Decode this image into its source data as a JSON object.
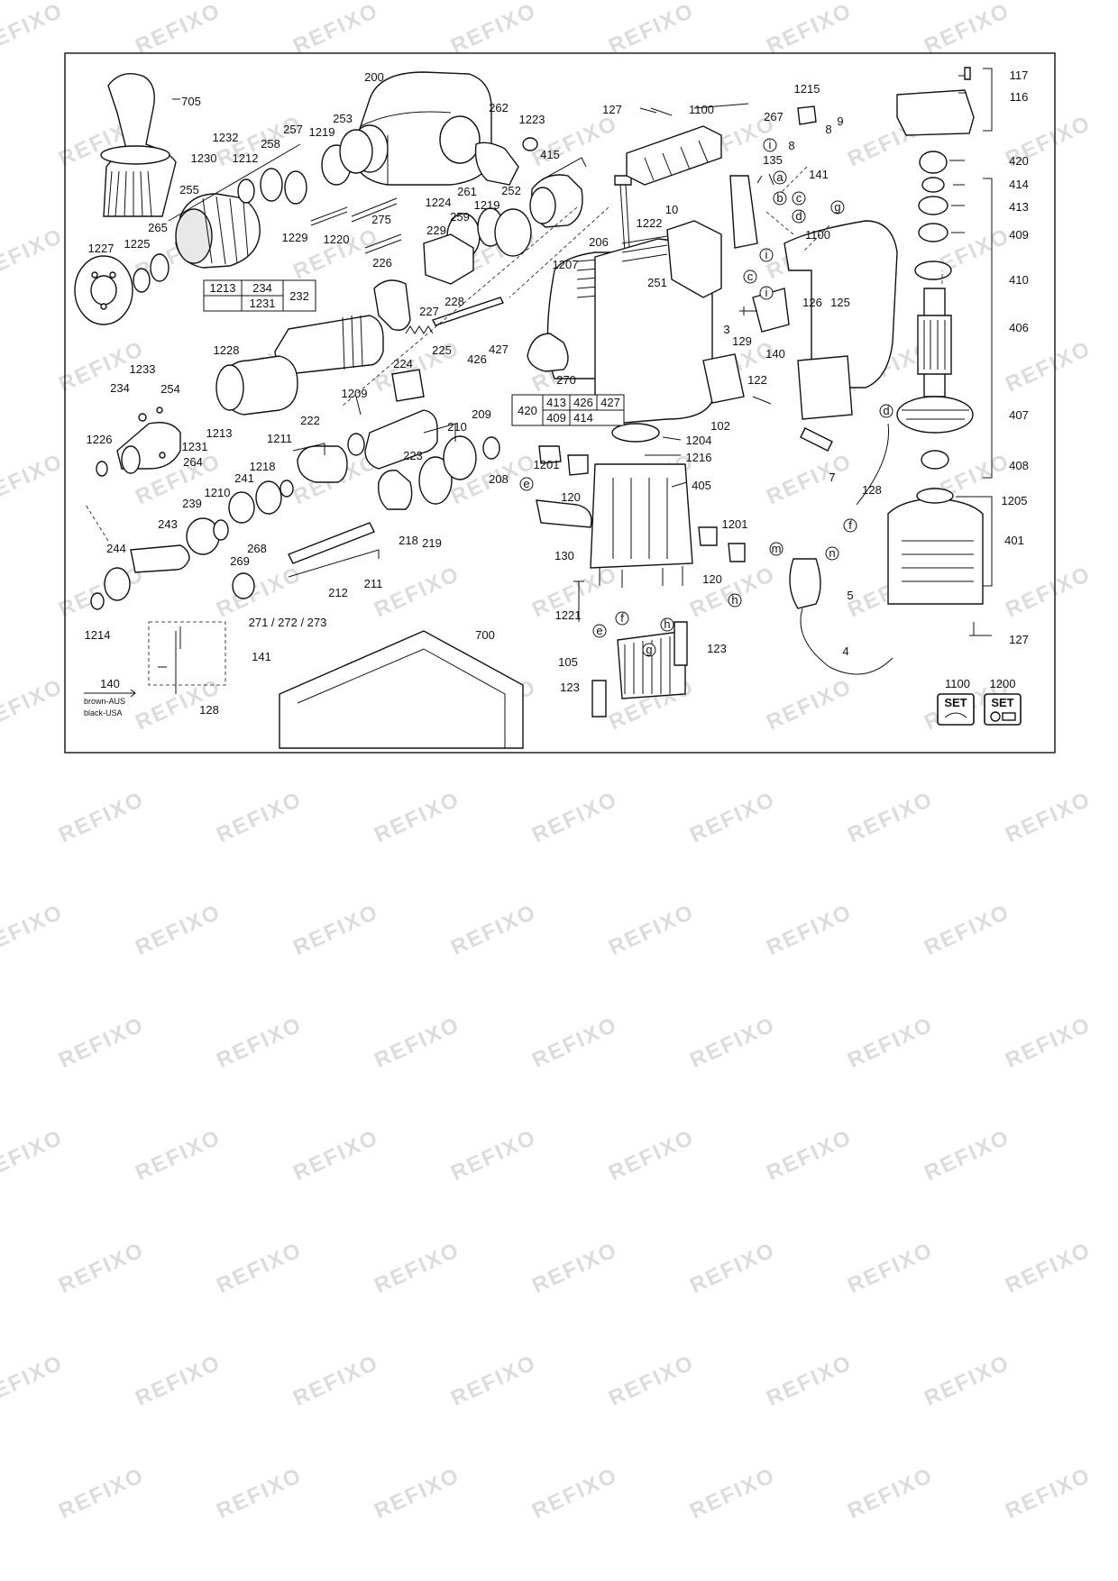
{
  "watermark": "REFIXO",
  "parts": [
    {
      "id": "705"
    },
    {
      "id": "200"
    },
    {
      "id": "262"
    },
    {
      "id": "1223"
    },
    {
      "id": "127a",
      "text": "127"
    },
    {
      "id": "1100a",
      "text": "1100"
    },
    {
      "id": "267"
    },
    {
      "id": "1215"
    },
    {
      "id": "9"
    },
    {
      "id": "8a",
      "text": "8"
    },
    {
      "id": "8b",
      "text": "8"
    },
    {
      "id": "117"
    },
    {
      "id": "116"
    },
    {
      "id": "1232"
    },
    {
      "id": "258"
    },
    {
      "id": "257"
    },
    {
      "id": "1219a",
      "text": "1219"
    },
    {
      "id": "253"
    },
    {
      "id": "1230"
    },
    {
      "id": "1212"
    },
    {
      "id": "415"
    },
    {
      "id": "135"
    },
    {
      "id": "420a",
      "text": "420"
    },
    {
      "id": "141a",
      "text": "141"
    },
    {
      "id": "414a",
      "text": "414"
    },
    {
      "id": "413a",
      "text": "413"
    },
    {
      "id": "255"
    },
    {
      "id": "261"
    },
    {
      "id": "1224"
    },
    {
      "id": "252"
    },
    {
      "id": "1219b",
      "text": "1219"
    },
    {
      "id": "259"
    },
    {
      "id": "10"
    },
    {
      "id": "1222"
    },
    {
      "id": "265"
    },
    {
      "id": "275"
    },
    {
      "id": "1229"
    },
    {
      "id": "1220"
    },
    {
      "id": "229"
    },
    {
      "id": "206"
    },
    {
      "id": "1100b",
      "text": "1100"
    },
    {
      "id": "409a",
      "text": "409"
    },
    {
      "id": "1227"
    },
    {
      "id": "1225"
    },
    {
      "id": "226"
    },
    {
      "id": "1207"
    },
    {
      "id": "251"
    },
    {
      "id": "410"
    },
    {
      "id": "228"
    },
    {
      "id": "126"
    },
    {
      "id": "125"
    },
    {
      "id": "227"
    },
    {
      "id": "3"
    },
    {
      "id": "406"
    },
    {
      "id": "1228"
    },
    {
      "id": "225"
    },
    {
      "id": "426a",
      "text": "426"
    },
    {
      "id": "427a",
      "text": "427"
    },
    {
      "id": "129"
    },
    {
      "id": "224"
    },
    {
      "id": "140a",
      "text": "140"
    },
    {
      "id": "1233"
    },
    {
      "id": "270"
    },
    {
      "id": "234a",
      "text": "234"
    },
    {
      "id": "254"
    },
    {
      "id": "122"
    },
    {
      "id": "1209"
    },
    {
      "id": "407"
    },
    {
      "id": "222"
    },
    {
      "id": "102"
    },
    {
      "id": "1226"
    },
    {
      "id": "1213a",
      "text": "1213"
    },
    {
      "id": "1211"
    },
    {
      "id": "209"
    },
    {
      "id": "1231a",
      "text": "1231"
    },
    {
      "id": "210"
    },
    {
      "id": "1204"
    },
    {
      "id": "223"
    },
    {
      "id": "264"
    },
    {
      "id": "1218"
    },
    {
      "id": "1201a",
      "text": "1201"
    },
    {
      "id": "1216"
    },
    {
      "id": "408"
    },
    {
      "id": "241"
    },
    {
      "id": "208"
    },
    {
      "id": "7"
    },
    {
      "id": "1210"
    },
    {
      "id": "405"
    },
    {
      "id": "128a",
      "text": "128"
    },
    {
      "id": "1205"
    },
    {
      "id": "239"
    },
    {
      "id": "120a",
      "text": "120"
    },
    {
      "id": "243"
    },
    {
      "id": "218"
    },
    {
      "id": "219"
    },
    {
      "id": "1201b",
      "text": "1201"
    },
    {
      "id": "401"
    },
    {
      "id": "244"
    },
    {
      "id": "130"
    },
    {
      "id": "268"
    },
    {
      "id": "212"
    },
    {
      "id": "211"
    },
    {
      "id": "269"
    },
    {
      "id": "120b",
      "text": "120"
    },
    {
      "id": "5"
    },
    {
      "id": "1221"
    },
    {
      "id": "1214"
    },
    {
      "id": "271_272_273",
      "text": "271 / 272 / 273"
    },
    {
      "id": "127b",
      "text": "127"
    },
    {
      "id": "700"
    },
    {
      "id": "141b",
      "text": "141"
    },
    {
      "id": "123a",
      "text": "123"
    },
    {
      "id": "105"
    },
    {
      "id": "4"
    },
    {
      "id": "140b",
      "text": "140"
    },
    {
      "id": "128b",
      "text": "128"
    },
    {
      "id": "123b",
      "text": "123"
    },
    {
      "id": "1100c",
      "text": "1100"
    },
    {
      "id": "1200"
    }
  ],
  "ref_letters": [
    "a",
    "b",
    "c",
    "d",
    "g",
    "i",
    "e",
    "f",
    "h",
    "m",
    "n"
  ],
  "tables": {
    "t232": {
      "r1": [
        "1213",
        "234"
      ],
      "r2": [
        "",
        "1231"
      ],
      "label": "232"
    },
    "t420": {
      "label": "420",
      "r1": [
        "413",
        "426",
        "427"
      ],
      "r2": [
        "409",
        "414"
      ]
    }
  },
  "wire_notes": {
    "brown": "brown-AUS",
    "black": "black-USA"
  },
  "set_badges": [
    {
      "id": "1100",
      "text": "SET"
    },
    {
      "id": "1200",
      "text": "SET"
    }
  ]
}
